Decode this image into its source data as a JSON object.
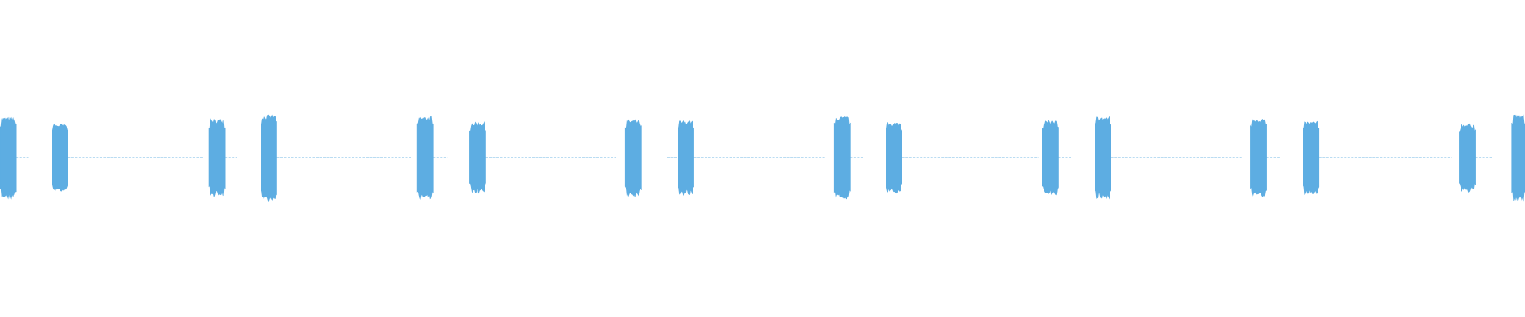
{
  "waveform": {
    "color": "#5dade2",
    "background": "#ffffff",
    "duration_fraction_bursts": [
      {
        "start": 0.0,
        "end": 0.0105,
        "amplitude": 0.5
      },
      {
        "start": 0.034,
        "end": 0.0445,
        "amplitude": 0.42
      },
      {
        "start": 0.137,
        "end": 0.1475,
        "amplitude": 0.48
      },
      {
        "start": 0.171,
        "end": 0.1815,
        "amplitude": 0.53
      },
      {
        "start": 0.2735,
        "end": 0.284,
        "amplitude": 0.51
      },
      {
        "start": 0.308,
        "end": 0.3185,
        "amplitude": 0.44
      },
      {
        "start": 0.41,
        "end": 0.4205,
        "amplitude": 0.47
      },
      {
        "start": 0.4445,
        "end": 0.455,
        "amplitude": 0.46
      },
      {
        "start": 0.547,
        "end": 0.5575,
        "amplitude": 0.51
      },
      {
        "start": 0.581,
        "end": 0.5915,
        "amplitude": 0.44
      },
      {
        "start": 0.6835,
        "end": 0.694,
        "amplitude": 0.46
      },
      {
        "start": 0.718,
        "end": 0.7285,
        "amplitude": 0.51
      },
      {
        "start": 0.82,
        "end": 0.8305,
        "amplitude": 0.49
      },
      {
        "start": 0.8545,
        "end": 0.865,
        "amplitude": 0.45
      },
      {
        "start": 0.957,
        "end": 0.9675,
        "amplitude": 0.42
      },
      {
        "start": 0.9915,
        "end": 1.0,
        "amplitude": 0.53
      }
    ],
    "silence_segments": [
      {
        "start": 0.0105,
        "end": 0.0185
      },
      {
        "start": 0.0445,
        "end": 0.133
      },
      {
        "start": 0.1475,
        "end": 0.1555
      },
      {
        "start": 0.1815,
        "end": 0.27
      },
      {
        "start": 0.284,
        "end": 0.2935
      },
      {
        "start": 0.3185,
        "end": 0.404
      },
      {
        "start": 0.4375,
        "end": 0.444
      },
      {
        "start": 0.455,
        "end": 0.541
      },
      {
        "start": 0.5575,
        "end": 0.566
      },
      {
        "start": 0.5915,
        "end": 0.681
      },
      {
        "start": 0.694,
        "end": 0.703
      },
      {
        "start": 0.7285,
        "end": 0.705
      },
      {
        "start": 0.7285,
        "end": 0.815
      },
      {
        "start": 0.8305,
        "end": 0.839
      },
      {
        "start": 0.865,
        "end": 0.952
      },
      {
        "start": 0.9675,
        "end": 0.979
      }
    ]
  }
}
